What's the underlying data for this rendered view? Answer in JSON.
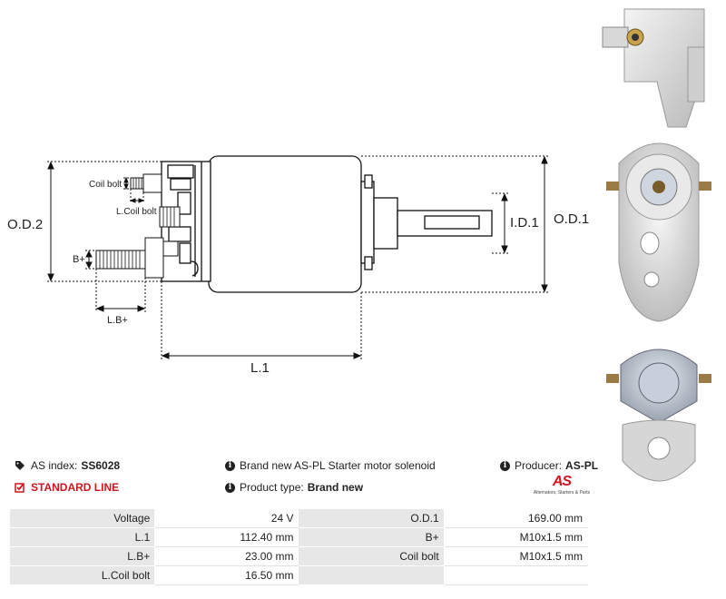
{
  "drawing": {
    "labels": {
      "od2": "O.D.2",
      "od1": "O.D.1",
      "id1": "I.D.1",
      "l1": "L.1",
      "lb": "L.B+",
      "bplus": "B+",
      "coil_bolt": "Coil bolt",
      "lcoil_bolt": "L.Coil bolt"
    }
  },
  "info": {
    "as_index_label": "AS index:",
    "as_index_value": "SS6028",
    "standard_line": "STANDARD LINE",
    "description": "Brand new AS-PL Starter motor solenoid",
    "product_type_label": "Product type:",
    "product_type_value": "Brand new",
    "producer_label": "Producer:",
    "producer_value": "AS-PL"
  },
  "logo": {
    "mark": "AS",
    "tagline": "Alternators, Starters & Parts"
  },
  "specs": [
    {
      "l1": "Voltage",
      "v1": "24 V",
      "l2": "O.D.1",
      "v2": "169.00 mm"
    },
    {
      "l1": "L.1",
      "v1": "112.40 mm",
      "l2": "B+",
      "v2": "M10x1.5 mm"
    },
    {
      "l1": "L.B+",
      "v1": "23.00 mm",
      "l2": "Coil bolt",
      "v2": "M10x1.5 mm"
    },
    {
      "l1": "L.Coil bolt",
      "v1": "16.50 mm",
      "l2": "",
      "v2": ""
    }
  ],
  "colors": {
    "accent": "#d4141e",
    "table_label_bg": "#e7e7e7",
    "line": "#111111"
  }
}
